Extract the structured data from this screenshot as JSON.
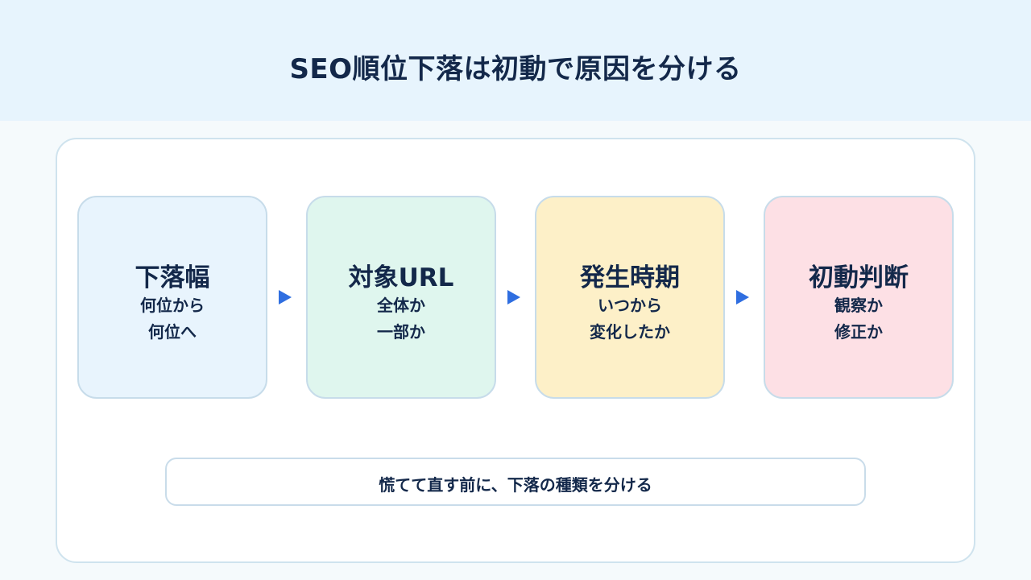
{
  "header": {
    "title": "SEO順位下落は初動で原因を分ける"
  },
  "steps": [
    {
      "title": "下落幅",
      "line1": "何位から",
      "line2": "何位へ",
      "color": "#e8f4fd"
    },
    {
      "title": "対象URL",
      "line1": "全体か",
      "line2": "一部か",
      "color": "#dff6ee"
    },
    {
      "title": "発生時期",
      "line1": "いつから",
      "line2": "変化したか",
      "color": "#fdf0c8"
    },
    {
      "title": "初動判断",
      "line1": "観察か",
      "line2": "修正か",
      "color": "#fde0e5"
    }
  ],
  "note": {
    "text": "慌てて直す前に、下落の種類を分ける"
  },
  "colors": {
    "accent_arrow": "#2f6ee0",
    "text": "#13284a",
    "header_band": "#e7f4fd"
  }
}
